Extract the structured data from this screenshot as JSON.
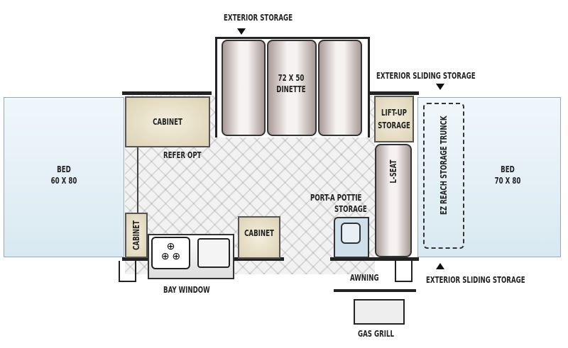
{
  "labels": {
    "exterior_storage": "EXTERIOR STORAGE",
    "dinette": "72 X 50",
    "dinette2": "DINETTE",
    "exterior_sliding_top": "EXTERIOR SLIDING STORAGE",
    "exterior_sliding_bottom": "EXTERIOR SLIDING STORAGE",
    "bed_left": "BED",
    "bed_left_size": "60 X 80",
    "bed_right": "BED",
    "bed_right_size": "70 X 80",
    "cabinet_top": "CABINET",
    "refer_opt": "REFER OPT",
    "cabinet_left": "CABINET",
    "cabinet_mid": "CABINET",
    "lift_up": "LIFT-UP",
    "storage": "STORAGE",
    "l_seat": "L-SEAT",
    "port_a_pottie": "PORT-A POTTIE",
    "pottie_storage": "STORAGE",
    "trunk": "EZ REACH STORAGE TRUNCK",
    "awning": "AWNING",
    "bay_window": "BAY WINDOW",
    "gas_grill": "GAS GRILL"
  }
}
